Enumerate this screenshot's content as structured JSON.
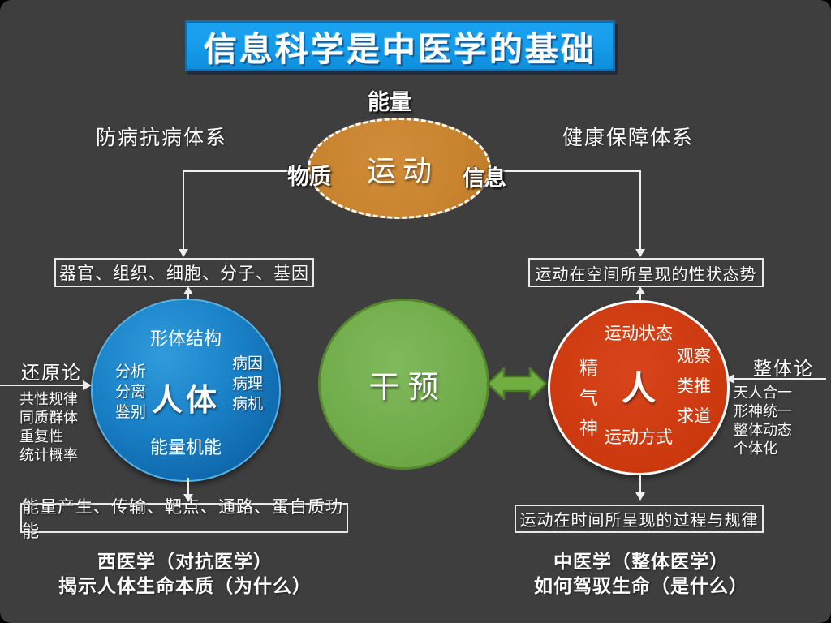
{
  "slide": {
    "title": "信息科学是中医学的基础",
    "colors": {
      "background": "#3e3e3e",
      "title_banner": "#149be9",
      "title_border": "#0d6fb2",
      "ellipse_orange": "#c9842f",
      "body_circle_blue": "#1b82c8",
      "intervention_green": "#72ad4b",
      "human_circle_red": "#ce3a0f",
      "connector_white": "#efefef"
    }
  },
  "top": {
    "energy_label": "能量",
    "ellipse_center_label": "运动",
    "matter_label": "物质",
    "information_label": "信息",
    "left_system_label": "防病抗病体系",
    "right_system_label": "健康保障体系",
    "left_box": "器官、组织、细胞、分子、基因",
    "right_box": "运动在空间所呈现的性状态势"
  },
  "body_circle": {
    "top_label": "形体结构",
    "left_lines": [
      "分析",
      "分离",
      "鉴别"
    ],
    "center_label": "人体",
    "right_lines": [
      "病因",
      "病理",
      "病机"
    ],
    "bottom_label": "能量机能"
  },
  "intervention_circle": {
    "center_label": "干预"
  },
  "human_circle": {
    "top_label": "运动状态",
    "left_lines": [
      "精",
      "气",
      "神"
    ],
    "center_label": "人",
    "right_lines": [
      "观察",
      "类推",
      "求道"
    ],
    "bottom_label": "运动方式"
  },
  "left_theory": {
    "title": "还原论",
    "items": [
      "共性规律",
      "同质群体",
      "重复性",
      "统计概率"
    ]
  },
  "right_theory": {
    "title": "整体论",
    "items": [
      "天人合一",
      "形神统一",
      "整体动态",
      "个体化"
    ]
  },
  "bottom": {
    "left_box": "能量产生、传输、靶点、通路、蛋白质功能",
    "right_box": "运动在时间所呈现的过程与规律",
    "left_caption_line1": "西医学（对抗医学）",
    "left_caption_line2": "揭示人体生命本质（为什么）",
    "right_caption_line1": "中医学（整体医学）",
    "right_caption_line2": "如何驾驭生命（是什么）"
  }
}
